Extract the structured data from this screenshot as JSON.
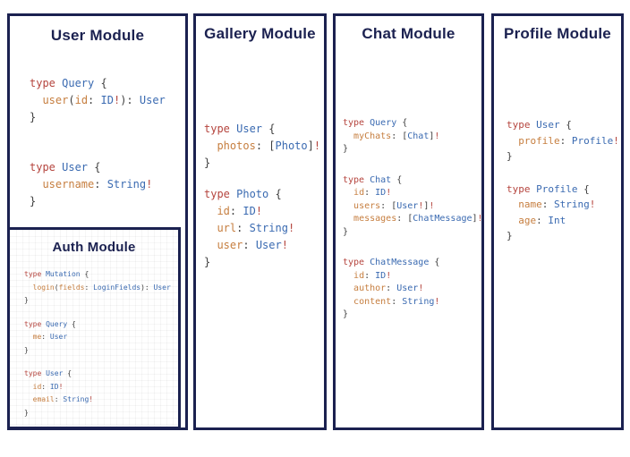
{
  "colors": {
    "navy": "#1b2150",
    "c-k": "#b5453e",
    "c-t": "#3a6ab1",
    "c-f": "#c67e3f",
    "c-p": "#404040",
    "c-b": "#b5453e"
  },
  "modules": [
    {
      "id": "user",
      "title": "User Module",
      "blocks": [
        [
          [
            [
              "k",
              "type "
            ],
            [
              "t",
              "Query "
            ],
            [
              "p",
              "{"
            ]
          ],
          [
            [
              "p",
              "  "
            ],
            [
              "f",
              "user"
            ],
            [
              "p",
              "("
            ],
            [
              "f",
              "id"
            ],
            [
              "p",
              ": "
            ],
            [
              "t",
              "ID"
            ],
            [
              "b",
              "!"
            ],
            [
              "p",
              "): "
            ],
            [
              "t",
              "User"
            ]
          ],
          [
            [
              "p",
              "}"
            ]
          ]
        ],
        [
          [
            [
              "k",
              "type "
            ],
            [
              "t",
              "User "
            ],
            [
              "p",
              "{"
            ]
          ],
          [
            [
              "p",
              "  "
            ],
            [
              "f",
              "username"
            ],
            [
              "p",
              ": "
            ],
            [
              "t",
              "String"
            ],
            [
              "b",
              "!"
            ]
          ],
          [
            [
              "p",
              "}"
            ]
          ]
        ]
      ]
    },
    {
      "id": "auth",
      "title": "Auth Module",
      "blocks": [
        [
          [
            [
              "k",
              "type "
            ],
            [
              "t",
              "Mutation "
            ],
            [
              "p",
              "{"
            ]
          ],
          [
            [
              "p",
              "  "
            ],
            [
              "f",
              "login"
            ],
            [
              "p",
              "("
            ],
            [
              "f",
              "fields"
            ],
            [
              "p",
              ": "
            ],
            [
              "t",
              "LoginFields"
            ],
            [
              "p",
              "): "
            ],
            [
              "t",
              "User"
            ]
          ],
          [
            [
              "p",
              "}"
            ]
          ]
        ],
        [
          [
            [
              "k",
              "type "
            ],
            [
              "t",
              "Query "
            ],
            [
              "p",
              "{"
            ]
          ],
          [
            [
              "p",
              "  "
            ],
            [
              "f",
              "me"
            ],
            [
              "p",
              ": "
            ],
            [
              "t",
              "User"
            ]
          ],
          [
            [
              "p",
              "}"
            ]
          ]
        ],
        [
          [
            [
              "k",
              "type "
            ],
            [
              "t",
              "User "
            ],
            [
              "p",
              "{"
            ]
          ],
          [
            [
              "p",
              "  "
            ],
            [
              "f",
              "id"
            ],
            [
              "p",
              ": "
            ],
            [
              "t",
              "ID"
            ],
            [
              "b",
              "!"
            ]
          ],
          [
            [
              "p",
              "  "
            ],
            [
              "f",
              "email"
            ],
            [
              "p",
              ": "
            ],
            [
              "t",
              "String"
            ],
            [
              "b",
              "!"
            ]
          ],
          [
            [
              "p",
              "}"
            ]
          ]
        ]
      ]
    },
    {
      "id": "gallery",
      "title": "Gallery Module",
      "blocks": [
        [
          [
            [
              "k",
              "type "
            ],
            [
              "t",
              "User "
            ],
            [
              "p",
              "{"
            ]
          ],
          [
            [
              "p",
              "  "
            ],
            [
              "f",
              "photos"
            ],
            [
              "p",
              ": ["
            ],
            [
              "t",
              "Photo"
            ],
            [
              "p",
              "]"
            ],
            [
              "b",
              "!"
            ]
          ],
          [
            [
              "p",
              "}"
            ]
          ]
        ],
        [
          [
            [
              "k",
              "type "
            ],
            [
              "t",
              "Photo "
            ],
            [
              "p",
              "{"
            ]
          ],
          [
            [
              "p",
              "  "
            ],
            [
              "f",
              "id"
            ],
            [
              "p",
              ": "
            ],
            [
              "t",
              "ID"
            ],
            [
              "b",
              "!"
            ]
          ],
          [
            [
              "p",
              "  "
            ],
            [
              "f",
              "url"
            ],
            [
              "p",
              ": "
            ],
            [
              "t",
              "String"
            ],
            [
              "b",
              "!"
            ]
          ],
          [
            [
              "p",
              "  "
            ],
            [
              "f",
              "user"
            ],
            [
              "p",
              ": "
            ],
            [
              "t",
              "User"
            ],
            [
              "b",
              "!"
            ]
          ],
          [
            [
              "p",
              "}"
            ]
          ]
        ]
      ]
    },
    {
      "id": "chat",
      "title": "Chat Module",
      "blocks": [
        [
          [
            [
              "k",
              "type "
            ],
            [
              "t",
              "Query "
            ],
            [
              "p",
              "{"
            ]
          ],
          [
            [
              "p",
              "  "
            ],
            [
              "f",
              "myChats"
            ],
            [
              "p",
              ": ["
            ],
            [
              "t",
              "Chat"
            ],
            [
              "p",
              "]"
            ],
            [
              "b",
              "!"
            ]
          ],
          [
            [
              "p",
              "}"
            ]
          ]
        ],
        [
          [
            [
              "k",
              "type "
            ],
            [
              "t",
              "Chat "
            ],
            [
              "p",
              "{"
            ]
          ],
          [
            [
              "p",
              "  "
            ],
            [
              "f",
              "id"
            ],
            [
              "p",
              ": "
            ],
            [
              "t",
              "ID"
            ],
            [
              "b",
              "!"
            ]
          ],
          [
            [
              "p",
              "  "
            ],
            [
              "f",
              "users"
            ],
            [
              "p",
              ": ["
            ],
            [
              "t",
              "User"
            ],
            [
              "b",
              "!"
            ],
            [
              "p",
              "]"
            ],
            [
              "b",
              "!"
            ]
          ],
          [
            [
              "p",
              "  "
            ],
            [
              "f",
              "messages"
            ],
            [
              "p",
              ": ["
            ],
            [
              "t",
              "ChatMessage"
            ],
            [
              "p",
              "]"
            ],
            [
              "b",
              "!"
            ]
          ],
          [
            [
              "p",
              "}"
            ]
          ]
        ],
        [
          [
            [
              "k",
              "type "
            ],
            [
              "t",
              "ChatMessage "
            ],
            [
              "p",
              "{"
            ]
          ],
          [
            [
              "p",
              "  "
            ],
            [
              "f",
              "id"
            ],
            [
              "p",
              ": "
            ],
            [
              "t",
              "ID"
            ],
            [
              "b",
              "!"
            ]
          ],
          [
            [
              "p",
              "  "
            ],
            [
              "f",
              "author"
            ],
            [
              "p",
              ": "
            ],
            [
              "t",
              "User"
            ],
            [
              "b",
              "!"
            ]
          ],
          [
            [
              "p",
              "  "
            ],
            [
              "f",
              "content"
            ],
            [
              "p",
              ": "
            ],
            [
              "t",
              "String"
            ],
            [
              "b",
              "!"
            ]
          ],
          [
            [
              "p",
              "}"
            ]
          ]
        ]
      ]
    },
    {
      "id": "profile",
      "title": "Profile Module",
      "blocks": [
        [
          [
            [
              "k",
              "type "
            ],
            [
              "t",
              "User "
            ],
            [
              "p",
              "{"
            ]
          ],
          [
            [
              "p",
              "  "
            ],
            [
              "f",
              "profile"
            ],
            [
              "p",
              ": "
            ],
            [
              "t",
              "Profile"
            ],
            [
              "b",
              "!"
            ]
          ],
          [
            [
              "p",
              "}"
            ]
          ]
        ],
        [
          [
            [
              "k",
              "type "
            ],
            [
              "t",
              "Profile "
            ],
            [
              "p",
              "{"
            ]
          ],
          [
            [
              "p",
              "  "
            ],
            [
              "f",
              "name"
            ],
            [
              "p",
              ": "
            ],
            [
              "t",
              "String"
            ],
            [
              "b",
              "!"
            ]
          ],
          [
            [
              "p",
              "  "
            ],
            [
              "f",
              "age"
            ],
            [
              "p",
              ": "
            ],
            [
              "t",
              "Int"
            ]
          ],
          [
            [
              "p",
              "}"
            ]
          ]
        ]
      ]
    }
  ]
}
